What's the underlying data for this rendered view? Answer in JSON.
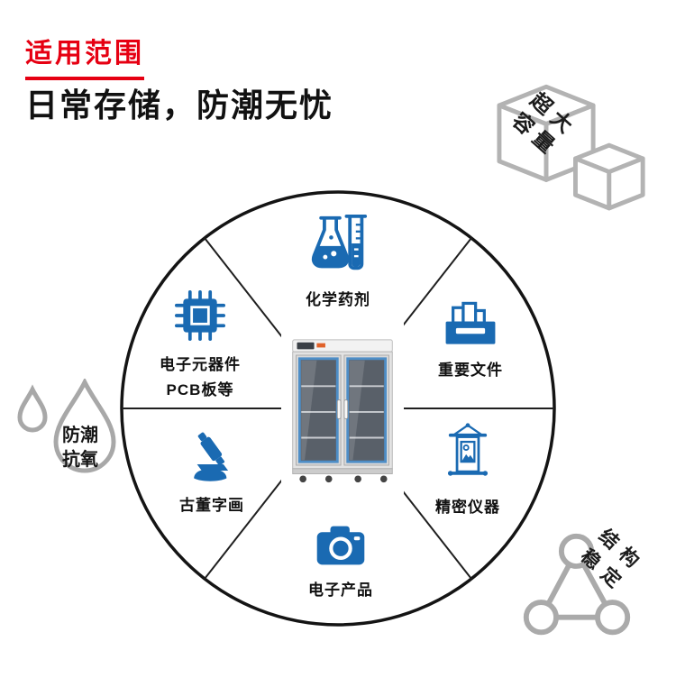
{
  "colors": {
    "accent_red": "#e60012",
    "icon_blue": "#1a6ab2",
    "icon_gray": "#a8a8a8",
    "text_dark": "#111111"
  },
  "header": {
    "tag": "适用范围",
    "title": "日常存储，防潮无忧"
  },
  "badges": {
    "capacity": {
      "label": "超大容量",
      "chars": [
        "超",
        "大",
        "容",
        "量"
      ],
      "icon": "stacked-cubes-icon"
    },
    "moisture": {
      "label": "防潮抗氧",
      "line1": "防潮",
      "line2": "抗氧",
      "icon": "water-drops-icon"
    },
    "structure": {
      "label": "结构稳定",
      "chars": [
        "结",
        "构",
        "稳",
        "定"
      ],
      "icon": "molecule-icon"
    }
  },
  "wheel": {
    "center_image": "dry-cabinet-product-photo",
    "items": [
      {
        "id": "chemicals",
        "label": "化学药剂",
        "icon": "flask-icon"
      },
      {
        "id": "components",
        "label": "电子元器件",
        "label2": "PCB板等",
        "icon": "chip-icon"
      },
      {
        "id": "documents",
        "label": "重要文件",
        "icon": "archive-box-icon"
      },
      {
        "id": "instruments",
        "label": "精密仪器",
        "icon": "microscope-icon"
      },
      {
        "id": "antiques",
        "label": "古董字画",
        "icon": "scroll-icon"
      },
      {
        "id": "electronics",
        "label": "电子产品",
        "icon": "camera-icon"
      }
    ]
  }
}
